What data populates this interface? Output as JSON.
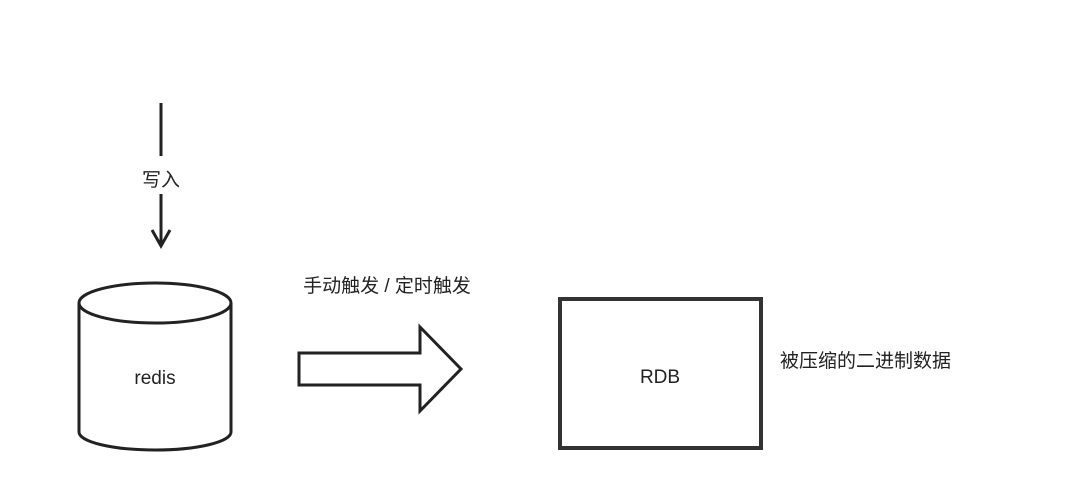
{
  "write_arrow": {
    "label": "写入"
  },
  "redis": {
    "label": "redis"
  },
  "trigger_arrow": {
    "label": "手动触发 / 定时触发"
  },
  "rdb": {
    "label": "RDB",
    "description": "被压缩的二进制数据"
  },
  "colors": {
    "stroke": "#222222",
    "background": "#ffffff"
  }
}
